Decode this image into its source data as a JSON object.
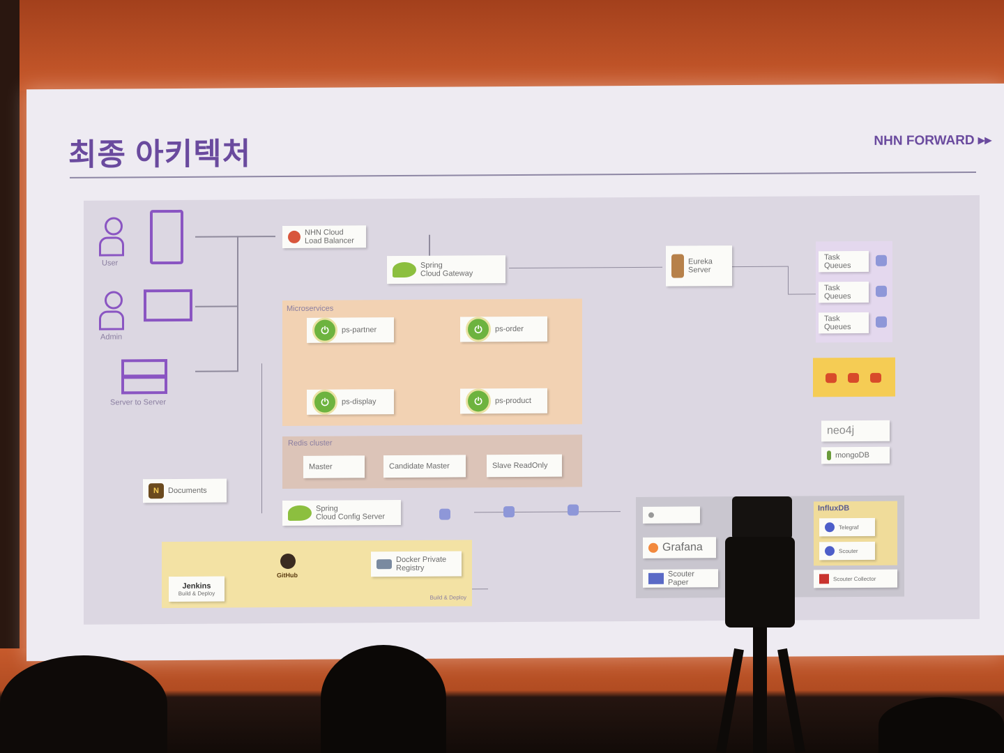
{
  "slide": {
    "title": "최종 아키텍처",
    "brand": "NHN FORWARD ▸▸"
  },
  "diagram": {
    "clients": {
      "user_label": "User",
      "admin_label": "Admin",
      "server_label": "Server to Server"
    },
    "load_balancer": "NHN Cloud Load Balancer",
    "gateway": {
      "line1": "Spring",
      "line2": "Cloud Gateway"
    },
    "eureka": "Eureka Server",
    "microservices": {
      "label": "Microservices",
      "services": [
        "ps-partner",
        "ps-order",
        "ps-display",
        "ps-product"
      ]
    },
    "redis_cluster": {
      "label": "Redis cluster",
      "nodes": [
        "Master",
        "Candidate Master",
        "Slave ReadOnly"
      ]
    },
    "documents": "Documents",
    "config_server": {
      "line1": "Spring",
      "line2": "Cloud Config Server"
    },
    "build": {
      "jenkins": "Jenkins",
      "jenkins_sub": "Build & Deploy",
      "github": "GitHub",
      "docker": "Docker Private Registry",
      "footer": "Build & Deploy"
    },
    "message_queue": {
      "items": [
        "Task Queues",
        "Task Queues",
        "Task Queues"
      ]
    },
    "storage": {
      "neo4j": "neo4j",
      "mongodb": "mongoDB"
    },
    "monitoring": {
      "grafana": "Grafana",
      "influx": "InfluxDB",
      "telegraf": "Telegraf",
      "scouter_server": "Scouter",
      "scouter_paper": "Scouter Paper",
      "scouter_collector": "Scouter Collector"
    }
  },
  "colors": {
    "accent": "#6a4a9e",
    "microservices_bg": "#f2d2b3",
    "redis_bg": "#dcc4b8",
    "build_bg": "#f3e2a4",
    "kafka_bg": "#f5cc54"
  }
}
